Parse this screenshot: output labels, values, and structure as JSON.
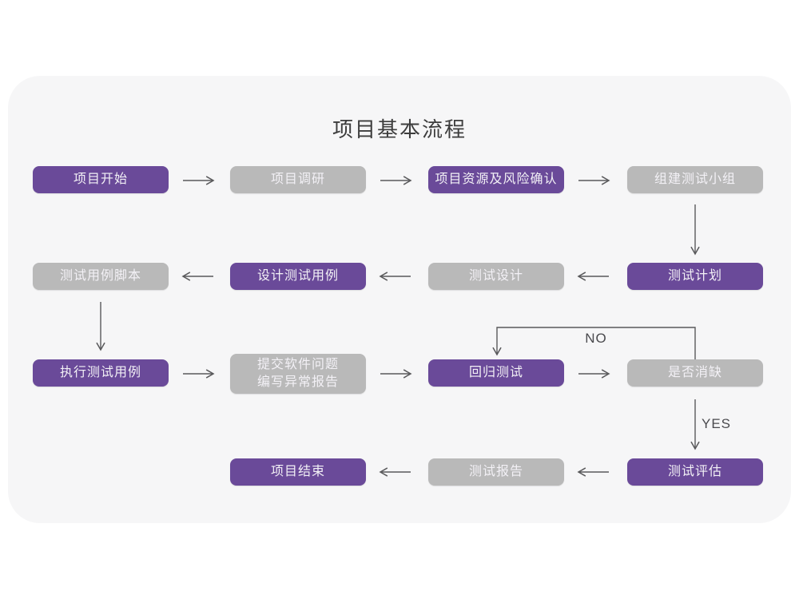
{
  "title": "项目基本流程",
  "colors": {
    "purple": "#6a4a99",
    "gray": "#b9b9b9",
    "card_bg": "#f6f6f7",
    "arrow": "#59595b",
    "title_color": "#3d3d3d",
    "box_text": "#f3f1f6",
    "edge_label_color": "#4a4a4e"
  },
  "edge_labels": {
    "no": "NO",
    "yes": "YES"
  },
  "nodes": [
    {
      "id": "project-start",
      "label": "项目开始",
      "type": "purple"
    },
    {
      "id": "project-research",
      "label": "项目调研",
      "type": "gray"
    },
    {
      "id": "resource-risk",
      "label": "项目资源及风险确认",
      "type": "purple"
    },
    {
      "id": "build-test-team",
      "label": "组建测试小组",
      "type": "gray"
    },
    {
      "id": "case-script",
      "label": "测试用例脚本",
      "type": "gray"
    },
    {
      "id": "design-case",
      "label": "设计测试用例",
      "type": "purple"
    },
    {
      "id": "test-design",
      "label": "测试设计",
      "type": "gray"
    },
    {
      "id": "test-plan",
      "label": "测试计划",
      "type": "purple"
    },
    {
      "id": "execute-case",
      "label": "执行测试用例",
      "type": "purple"
    },
    {
      "id": "submit-issue",
      "label": "提交软件问题",
      "label2": "编写异常报告",
      "type": "gray"
    },
    {
      "id": "regression-test",
      "label": "回归测试",
      "type": "purple"
    },
    {
      "id": "defect-cleared",
      "label": "是否消缺",
      "type": "gray"
    },
    {
      "id": "project-end",
      "label": "项目结束",
      "type": "purple"
    },
    {
      "id": "test-report",
      "label": "测试报告",
      "type": "gray"
    },
    {
      "id": "test-evaluate",
      "label": "测试评估",
      "type": "purple"
    }
  ]
}
